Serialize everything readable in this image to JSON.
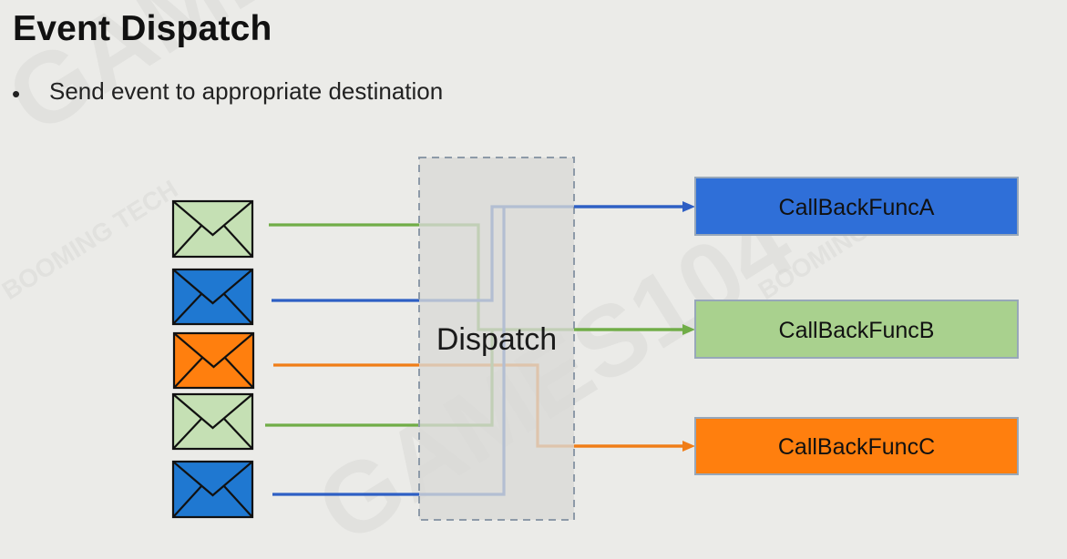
{
  "slide": {
    "title": "Event Dispatch",
    "bullet_marker": "•",
    "bullet_text": "Send event to appropriate destination"
  },
  "diagram": {
    "dispatcher_label": "Dispatch",
    "events": [
      {
        "color": "green"
      },
      {
        "color": "blue"
      },
      {
        "color": "orange"
      },
      {
        "color": "green"
      },
      {
        "color": "blue"
      }
    ],
    "callbacks": [
      {
        "label": "CallBackFuncA",
        "color": "blue"
      },
      {
        "label": "CallBackFuncB",
        "color": "green"
      },
      {
        "label": "CallBackFuncC",
        "color": "orange"
      }
    ],
    "palette": {
      "green": "#a9d18e",
      "green_line": "#70ad47",
      "blue": "#2f6fd8",
      "blue_env": "#1f78d1",
      "blue_line": "#2e5fc4",
      "orange": "#ff7f0e",
      "orange_line": "#f07d17"
    }
  },
  "watermark": {
    "text": "GAMES104",
    "subtext": "BOOMING TECH"
  }
}
